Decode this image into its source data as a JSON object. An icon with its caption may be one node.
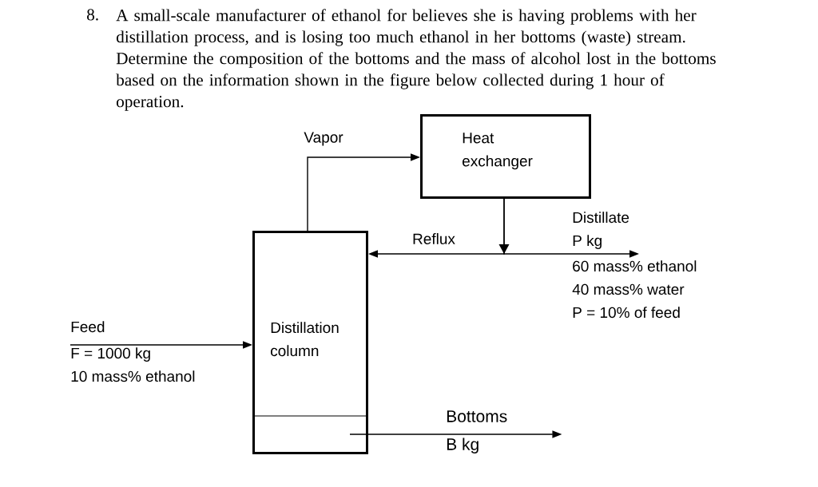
{
  "diagram": {
    "nodes": [
      {
        "text": [
          "Distillation column"
        ]
      },
      {
        "text": [
          "Heat exchanger"
        ]
      },
      {
        "text": [
          "Feed",
          "F = 1000 kg",
          "10 mass% ethanol"
        ]
      },
      {
        "text": [
          "Distillate",
          "P kg",
          "60 mass% ethanol",
          "40 mass% water",
          "P = 10% of feed"
        ]
      },
      {
        "text": [
          "Bottoms",
          "B kg"
        ]
      }
    ],
    "edges": [
      {
        "from": 0,
        "to": 1,
        "arrow": "to",
        "label": "Vapor"
      },
      {
        "from": 1,
        "to": 0,
        "arrow": "to",
        "label": "Reflux"
      },
      {
        "from": 1,
        "to": 3,
        "arrow": "to"
      },
      {
        "from": 2,
        "to": 0,
        "arrow": "to"
      },
      {
        "from": 0,
        "to": 4,
        "arrow": "to"
      }
    ],
    "labels": [
      "8.",
      "A small-scale manufacturer of ethanol for believes she is having problems with her distillation process, and is losing too much ethanol in her bottoms (waste) stream. Determine the composition of the bottoms and the mass of alcohol lost in the bottoms based on the information shown in the figure below collected during 1 hour of operation."
    ]
  }
}
